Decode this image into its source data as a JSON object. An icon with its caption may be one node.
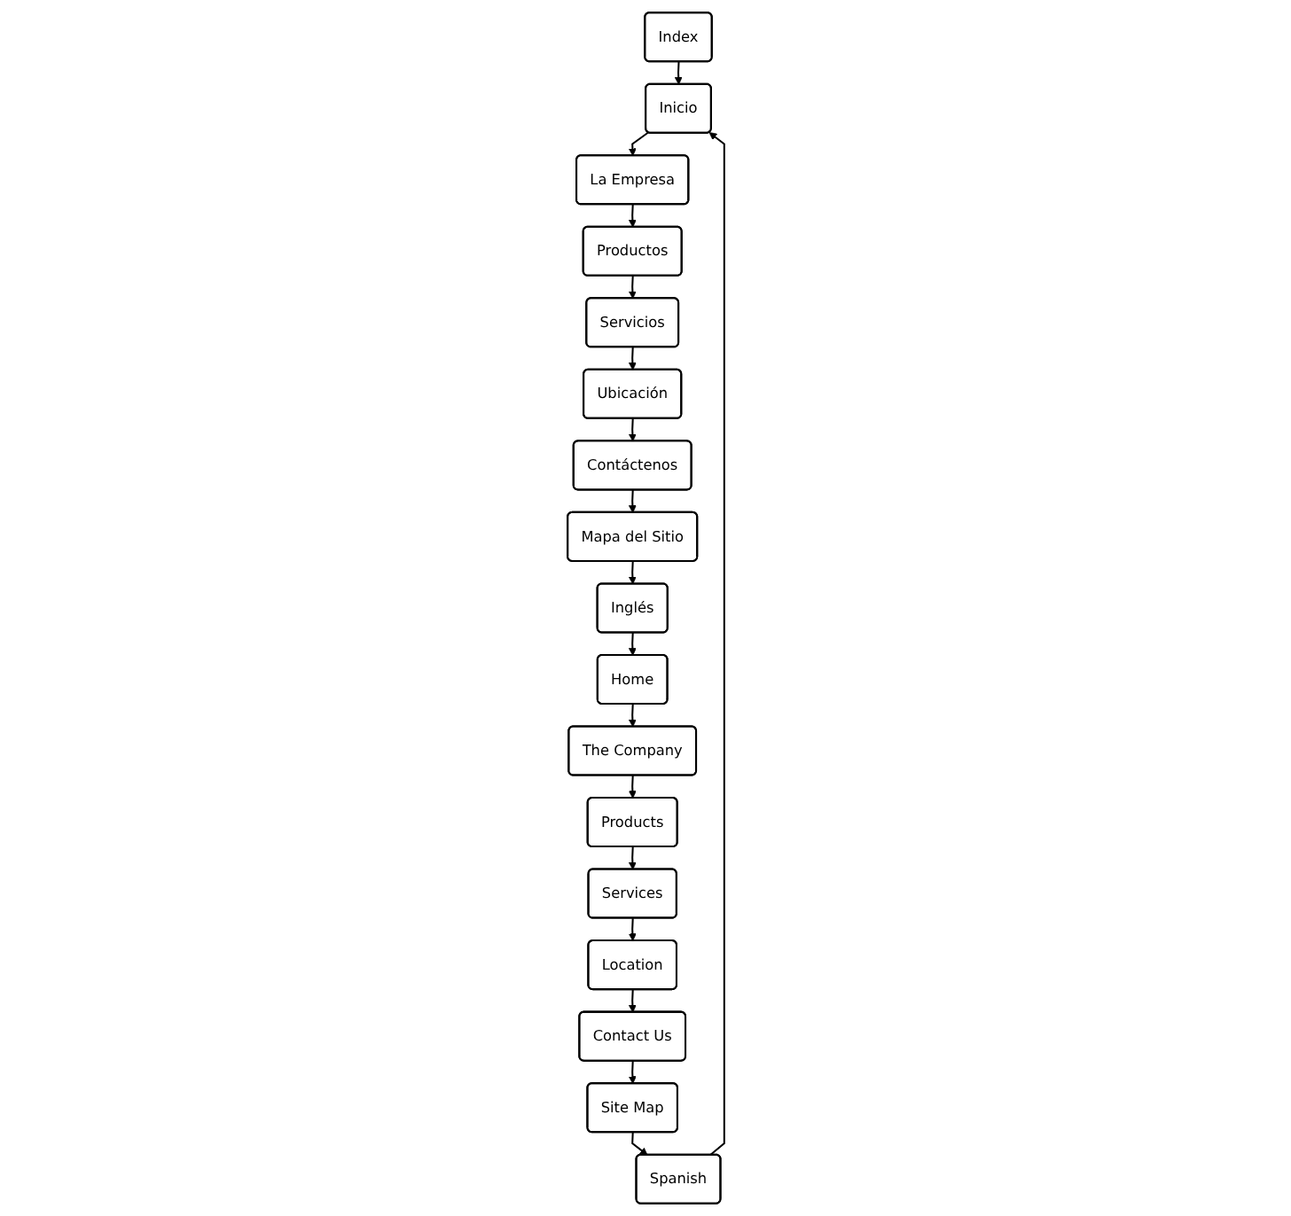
{
  "diagram": {
    "nodes": [
      {
        "text": [
          "Index"
        ]
      },
      {
        "text": [
          "Inicio"
        ]
      },
      {
        "text": [
          "La Empresa"
        ]
      },
      {
        "text": [
          "Productos"
        ]
      },
      {
        "text": [
          "Servicios"
        ]
      },
      {
        "text": [
          "Ubicación"
        ]
      },
      {
        "text": [
          "Contáctenos"
        ]
      },
      {
        "text": [
          "Mapa del Sitio"
        ]
      },
      {
        "text": [
          "Inglés"
        ]
      },
      {
        "text": [
          "Home"
        ]
      },
      {
        "text": [
          "The Company"
        ]
      },
      {
        "text": [
          "Products"
        ]
      },
      {
        "text": [
          "Services"
        ]
      },
      {
        "text": [
          "Location"
        ]
      },
      {
        "text": [
          "Contact Us"
        ]
      },
      {
        "text": [
          "Site Map"
        ]
      },
      {
        "text": [
          "Spanish"
        ]
      }
    ],
    "edges": [
      {
        "from": 0,
        "to": 1,
        "arrow": "to"
      },
      {
        "from": 1,
        "to": 2,
        "arrow": "to"
      },
      {
        "from": 2,
        "to": 3,
        "arrow": "to"
      },
      {
        "from": 3,
        "to": 4,
        "arrow": "to"
      },
      {
        "from": 4,
        "to": 5,
        "arrow": "to"
      },
      {
        "from": 5,
        "to": 6,
        "arrow": "to"
      },
      {
        "from": 6,
        "to": 7,
        "arrow": "to"
      },
      {
        "from": 7,
        "to": 8,
        "arrow": "to"
      },
      {
        "from": 8,
        "to": 9,
        "arrow": "to"
      },
      {
        "from": 9,
        "to": 10,
        "arrow": "to"
      },
      {
        "from": 10,
        "to": 11,
        "arrow": "to"
      },
      {
        "from": 11,
        "to": 12,
        "arrow": "to"
      },
      {
        "from": 12,
        "to": 13,
        "arrow": "to"
      },
      {
        "from": 13,
        "to": 14,
        "arrow": "to"
      },
      {
        "from": 14,
        "to": 15,
        "arrow": "to"
      },
      {
        "from": 15,
        "to": 16,
        "arrow": "to"
      },
      {
        "from": 16,
        "to": 1,
        "arrow": "to"
      }
    ]
  }
}
